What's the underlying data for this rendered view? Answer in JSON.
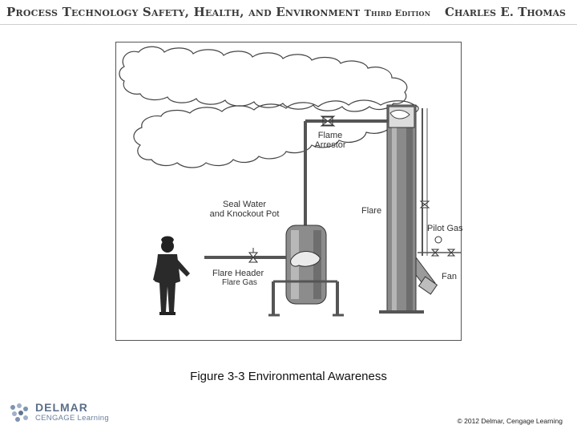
{
  "header": {
    "book_title": "Process Technology Safety, Health, and Environment",
    "edition": "Third Edition",
    "author": "Charles E. Thomas"
  },
  "diagram": {
    "labels": {
      "flame_arrestor": "Flame\nArrestor",
      "seal_water": "Seal Water\nand Knockout Pot",
      "flare": "Flare",
      "pilot_gas": "Pilot Gas",
      "fan": "Fan",
      "flare_header": "Flare Header",
      "flare_gas": "Flare Gas"
    }
  },
  "caption": "Figure 3-3 Environmental Awareness",
  "footer": {
    "logo_word1": "DELMAR",
    "logo_word2": "CENGAGE Learning",
    "copyright": "© 2012 Delmar, Cengage Learning"
  }
}
